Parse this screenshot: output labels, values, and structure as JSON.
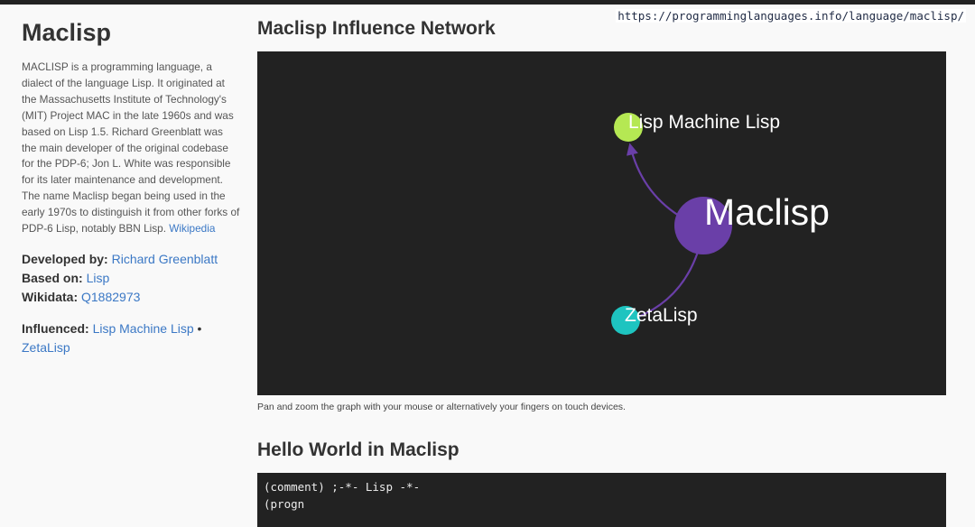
{
  "url": "https://programminglanguages.info/language/maclisp/",
  "sidebar": {
    "title": "Maclisp",
    "description": "MACLISP is a programming language, a dialect of the language Lisp. It originated at the Massachusetts Institute of Technology's (MIT) Project MAC in the late 1960s and was based on Lisp 1.5. Richard Greenblatt was the main developer of the original codebase for the PDP-6; Jon L. White was responsible for its later maintenance and development. The name Maclisp began being used in the early 1970s to distinguish it from other forks of PDP-6 Lisp, notably BBN Lisp.",
    "wikipedia_link": "Wikipedia",
    "developed_by_label": "Developed by:",
    "developed_by_value": "Richard Greenblatt",
    "based_on_label": "Based on:",
    "based_on_value": "Lisp",
    "wikidata_label": "Wikidata:",
    "wikidata_value": "Q1882973",
    "influenced_label": "Influenced:",
    "influenced_items": [
      "Lisp Machine Lisp",
      "ZetaLisp"
    ],
    "separator": "•"
  },
  "network": {
    "heading": "Maclisp Influence Network",
    "nodes": [
      {
        "label": "Maclisp",
        "color": "#6a3fa8"
      },
      {
        "label": "Lisp Machine Lisp",
        "color": "#b5e853"
      },
      {
        "label": "ZetaLisp",
        "color": "#1ec4c0"
      }
    ],
    "edge_color": "#6a3fa8",
    "caption": "Pan and zoom the graph with your mouse or alternatively your fingers on touch devices."
  },
  "hello": {
    "heading": "Hello World in Maclisp",
    "code_lines": [
      "(comment) ;-*- Lisp -*-",
      "(progn"
    ]
  }
}
